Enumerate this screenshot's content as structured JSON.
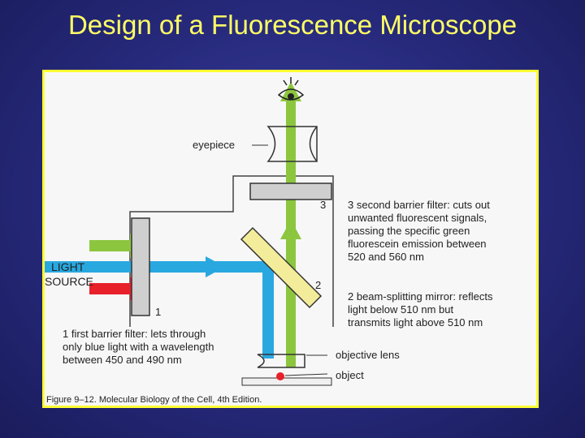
{
  "slide": {
    "title": "Design of a Fluorescence Microscope"
  },
  "diagram": {
    "eyepiece_label": "eyepiece",
    "light_source_line1": "LIGHT",
    "light_source_line2": "SOURCE",
    "filter3_number": "3",
    "filter3_lines": [
      "3   second barrier filter: cuts out",
      "unwanted fluorescent signals,",
      "passing the specific green",
      "fluorescein emission between",
      "520 and 560 nm"
    ],
    "mirror_number": "2",
    "mirror_lines": [
      "2   beam-splitting mirror: reflects",
      "light below 510 nm but",
      "transmits light above 510 nm"
    ],
    "filter1_number": "1",
    "filter1_lines": [
      "1   first barrier filter: lets through",
      "only blue light with a wavelength",
      "between 450 and 490 nm"
    ],
    "objective_lens_label": "objective lens",
    "object_label": "object",
    "caption": "Figure 9–12. Molecular Biology of the Cell, 4th Edition.",
    "colors": {
      "green_beam": "#8cc63f",
      "blue_beam": "#29a8e0",
      "red_beam": "#e8202a",
      "mirror": "#f3ec9a",
      "filter_gray": "#cfcfcf",
      "frame": "#ffff33"
    }
  }
}
